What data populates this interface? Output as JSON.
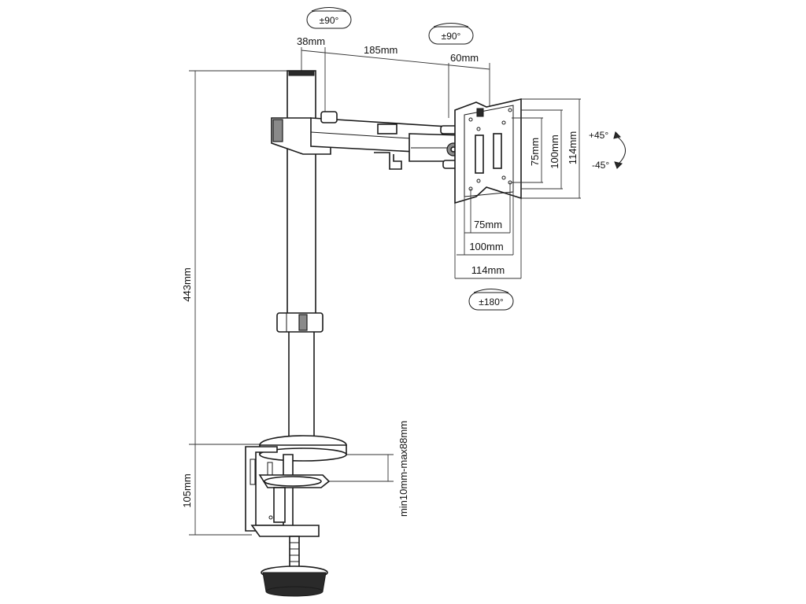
{
  "dimensions": {
    "pole_offset": "38mm",
    "arm_length": "185mm",
    "head_depth": "60mm",
    "total_height": "443mm",
    "clamp_height": "105mm",
    "clamp_range": "min10mm-max88mm",
    "vesa_h_75": "75mm",
    "vesa_h_100": "100mm",
    "vesa_h_114": "114mm",
    "vesa_v_75": "75mm",
    "vesa_v_100": "100mm",
    "vesa_v_114": "114mm"
  },
  "rotations": {
    "pole_swivel": "±90°",
    "arm_swivel": "±90°",
    "rotation": "±180°",
    "tilt_up": "+45°",
    "tilt_down": "-45°"
  }
}
